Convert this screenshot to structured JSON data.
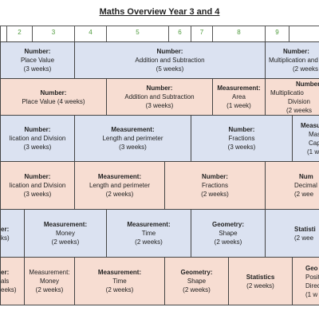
{
  "title": "Maths Overview Year 3 and 4",
  "week_numbers": [
    "2",
    "3",
    "4",
    "5",
    "6",
    "7",
    "8",
    "9"
  ],
  "rows": [
    [
      {
        "heading": "Number:",
        "topic": "Place Value",
        "duration": "(3 weeks)"
      },
      {
        "heading": "Number:",
        "topic": "Addition and Subtraction",
        "duration": "(5 weeks)"
      },
      {
        "heading": "Number:",
        "topic": "Multiplication and",
        "duration": "(2 weeks"
      }
    ],
    [
      {
        "heading": "Number:",
        "topic": "Place Value (4 weeks)",
        "duration": ""
      },
      {
        "heading": "Number:",
        "topic": "Addition and Subtraction",
        "duration": "(3 weeks)"
      },
      {
        "heading": "Measurement:",
        "topic": "Area",
        "duration": "(1 week)"
      },
      {
        "heading": "Number",
        "topic": "Multiplicatio",
        "topic2": "Division",
        "duration": "(2 weeks"
      }
    ],
    [
      {
        "heading": "Number:",
        "topic": "lication and Division",
        "duration": "(3 weeks)"
      },
      {
        "heading": "Measurement:",
        "topic": "Length and perimeter",
        "duration": "(3 weeks)"
      },
      {
        "heading": "Number:",
        "topic": "Fractions",
        "duration": "(3 weeks)"
      },
      {
        "heading": "Measu",
        "topic": "Mas",
        "topic2": "Cap",
        "duration": "(1 w"
      }
    ],
    [
      {
        "heading": "Number:",
        "topic": "lication and Division",
        "duration": "(3 weeks)"
      },
      {
        "heading": "Measurement:",
        "topic": "Length and perimeter",
        "duration": "(2 weeks)"
      },
      {
        "heading": "Number:",
        "topic": "Fractions",
        "duration": "(2 weeks)"
      },
      {
        "heading": "Num",
        "topic": "Decimal",
        "duration": "(2 wee"
      }
    ],
    [
      {
        "heading": "er:",
        "topic": "ks)",
        "duration": ""
      },
      {
        "heading": "Measurement:",
        "topic": "Money",
        "duration": "(2 weeks)"
      },
      {
        "heading": "Measurement:",
        "topic": "Time",
        "duration": "(2 weeks)"
      },
      {
        "heading": "Geometry:",
        "topic": "Shape",
        "duration": "(2 weeks)"
      },
      {
        "heading": "Statisti",
        "topic": "(2 wee",
        "duration": ""
      }
    ],
    [
      {
        "heading": "er:",
        "topic": "als",
        "duration": "eeks)"
      },
      {
        "heading": "Measurement:",
        "topic": "Money",
        "duration": "(2 weeks)"
      },
      {
        "heading": "Measurement:",
        "topic": "Time",
        "duration": "(2 weeks)"
      },
      {
        "heading": "Geometry:",
        "topic": "Shape",
        "duration": "(2 weeks)"
      },
      {
        "heading": "Statistics",
        "topic": "(2 weeks)",
        "duration": ""
      },
      {
        "heading": "Geo",
        "topic": "Positi",
        "topic2": "Direc",
        "duration": "(1 w"
      }
    ]
  ]
}
